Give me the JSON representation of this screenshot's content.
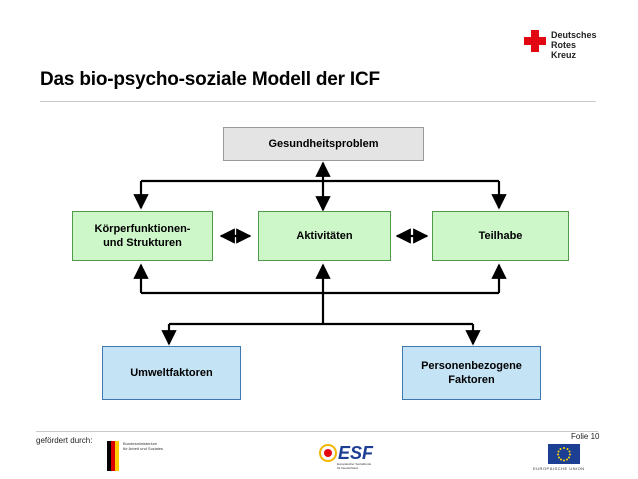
{
  "slide": {
    "title": "Das bio-psycho-soziale Modell der ICF"
  },
  "logo": {
    "line1": "Deutsches",
    "line2": "Rotes",
    "line3": "Kreuz",
    "cross_color": "#e30613"
  },
  "diagram": {
    "health_problem": "Gesundheitsproblem",
    "body_functions_line1": "Körperfunktionen-",
    "body_functions_line2": "und Strukturen",
    "activities": "Aktivitäten",
    "participation": "Teilhabe",
    "environmental": "Umweltfaktoren",
    "personal_line1": "Personenbezogene",
    "personal_line2": "Faktoren",
    "colors": {
      "gray_fill": "#e4e4e4",
      "green_fill": "#cdf6c9",
      "blue_fill": "#c4e4f6"
    }
  },
  "footer": {
    "funded_by": "gefördert durch:",
    "slide_number": "Folie 10",
    "ministry_line1": "Bundesministerium",
    "ministry_line2": "für Arbeit und Soziales",
    "esf": "ESF",
    "esf_sub_line1": "Europäischer Sozialfonds",
    "esf_sub_line2": "für Deutschland",
    "eu_label": "EUROPÄISCHE UNION"
  }
}
